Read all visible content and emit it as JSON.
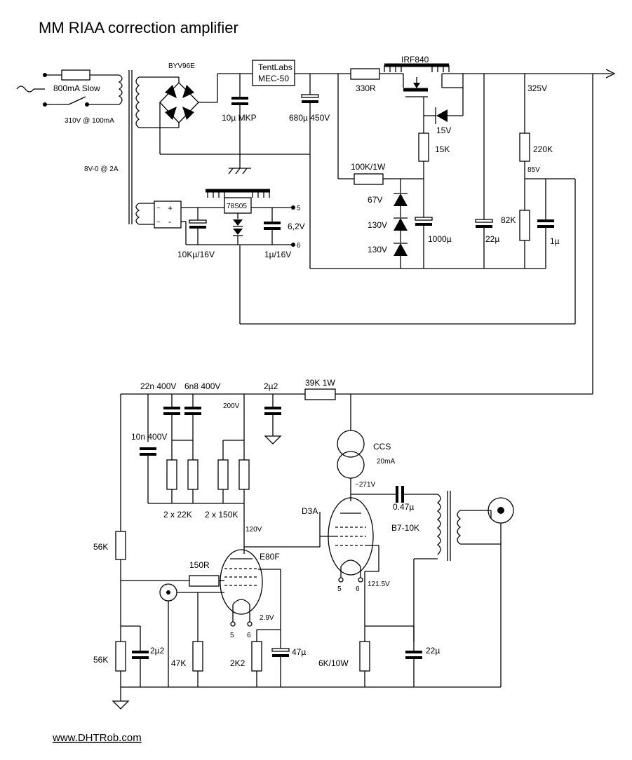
{
  "title": "MM RIAA correction amplifier",
  "footer": "www.DHTRob.com",
  "power_supply": {
    "fuse": "800mA Slow",
    "hv_winding": "310V @ 100mA",
    "lv_winding": "8V-0 @ 2A",
    "bridge": "BYV96E",
    "cap_mkp": "10µ MKP",
    "regulator_box_line1": "TentLabs",
    "regulator_box_line2": "MEC-50",
    "cap_680": "680µ 450V",
    "res_330": "330R",
    "mosfet": "IRF840",
    "zener_15": "15V",
    "res_15k": "15K",
    "out_voltage": "325V",
    "res_100k": "100K/1W",
    "zener_67": "67V",
    "zener_130a": "130V",
    "zener_130b": "130V",
    "cap_1000": "1000µ",
    "cap_22": "22µ",
    "res_220k": "220K",
    "tap_85": "85V",
    "res_82k": "82K",
    "cap_1": "1µ",
    "reg_78s05": "78S05",
    "rail_6v2": "6,2V",
    "cap_10k": "10Kµ/16V",
    "cap_1_16": "1µ/16V",
    "pin5": "5",
    "pin6": "6",
    "bridge_plus": "+",
    "bridge_minus": "-"
  },
  "amplifier": {
    "cap_22n": "22n 400V",
    "cap_6n8": "6n8 400V",
    "cap_2u2_top": "2µ2",
    "res_39k": "39K 1W",
    "node_200": "200V",
    "cap_10n": "10n 400V",
    "ccs": "CCS",
    "ccs_current": "20mA",
    "node_271": "~271V",
    "cap_047": "0.47µ",
    "tube_d3a": "D3A",
    "transformer": "B7-10K",
    "res_2x22k": "2 x 22K",
    "res_2x150k": "2 x 150K",
    "node_120": "120V",
    "tube_e80f": "E80F",
    "res_56k_top": "56K",
    "res_150r": "150R",
    "node_121_5": "121.5V",
    "node_2_9": "2.9V",
    "res_56k_bot": "56K",
    "cap_2u2_bot": "2µ2",
    "res_47k": "47K",
    "res_2k2": "2K2",
    "cap_47": "47µ",
    "res_6k": "6K/10W",
    "cap_22_bot": "22µ",
    "e80f_pin5": "5",
    "e80f_pin6": "6",
    "d3a_pin5": "5",
    "d3a_pin6": "6"
  }
}
